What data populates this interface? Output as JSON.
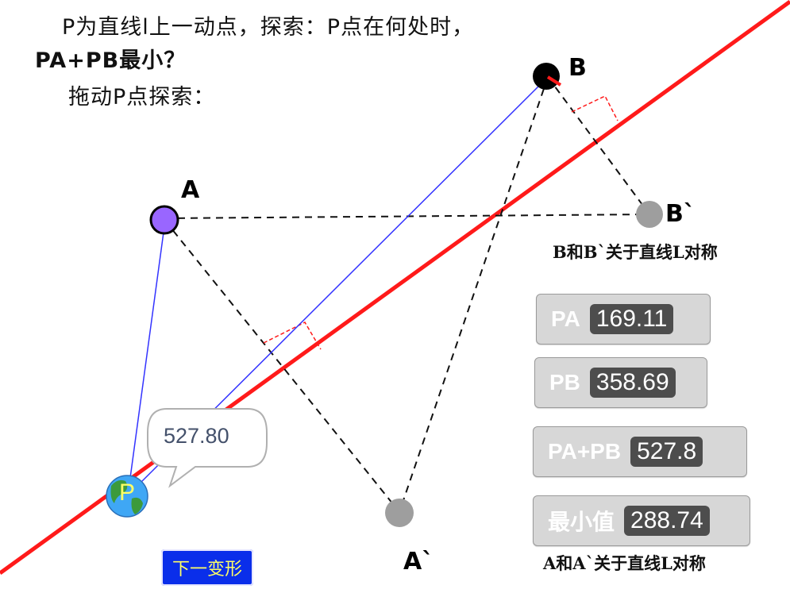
{
  "text": {
    "line1": "P为直线l上一动点，探索：P点在何处时，",
    "line2": "PA+PB最小？",
    "line3": "拖动P点探索："
  },
  "points": {
    "A": "A",
    "B": "B",
    "B_prime": "B`",
    "A_prime": "A`",
    "P": "P"
  },
  "notes": {
    "b_symmetry": "B和B`关于直线L对称",
    "a_symmetry": "A和A`关于直线L对称"
  },
  "measurements": {
    "pa": {
      "label": "PA",
      "value": "169.11"
    },
    "pb": {
      "label": "PB",
      "value": "358.69"
    },
    "sum": {
      "label": "PA+PB",
      "value": "527.8"
    },
    "min": {
      "label": "最小值",
      "value": "288.74"
    }
  },
  "bubble_value": "527.80",
  "button": {
    "label": "下一变形"
  },
  "colors": {
    "line_l": "#ff1a1a",
    "segments": "#3333ff",
    "dashed": "#111111",
    "point_A": "#9966ff",
    "reflected_points": "#9e9e9e",
    "button_bg": "#0a2eea",
    "button_text": "#ffff66"
  }
}
